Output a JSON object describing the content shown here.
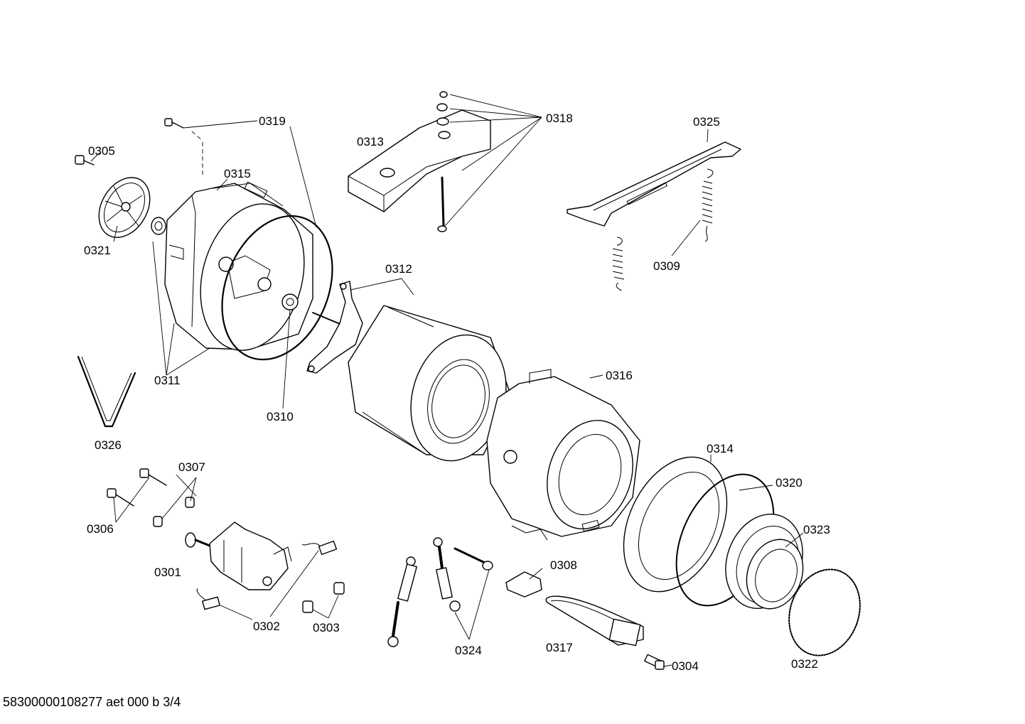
{
  "labels": {
    "p0301": "0301",
    "p0302": "0302",
    "p0303": "0303",
    "p0304": "0304",
    "p0305": "0305",
    "p0306": "0306",
    "p0307": "0307",
    "p0308": "0308",
    "p0309": "0309",
    "p0310": "0310",
    "p0311": "0311",
    "p0312": "0312",
    "p0313": "0313",
    "p0314": "0314",
    "p0315": "0315",
    "p0316": "0316",
    "p0317": "0317",
    "p0318": "0318",
    "p0319": "0319",
    "p0320": "0320",
    "p0321": "0321",
    "p0322": "0322",
    "p0323": "0323",
    "p0324": "0324",
    "p0325": "0325",
    "p0326": "0326"
  },
  "footer": "58300000108277 aet 000 b 3/4"
}
